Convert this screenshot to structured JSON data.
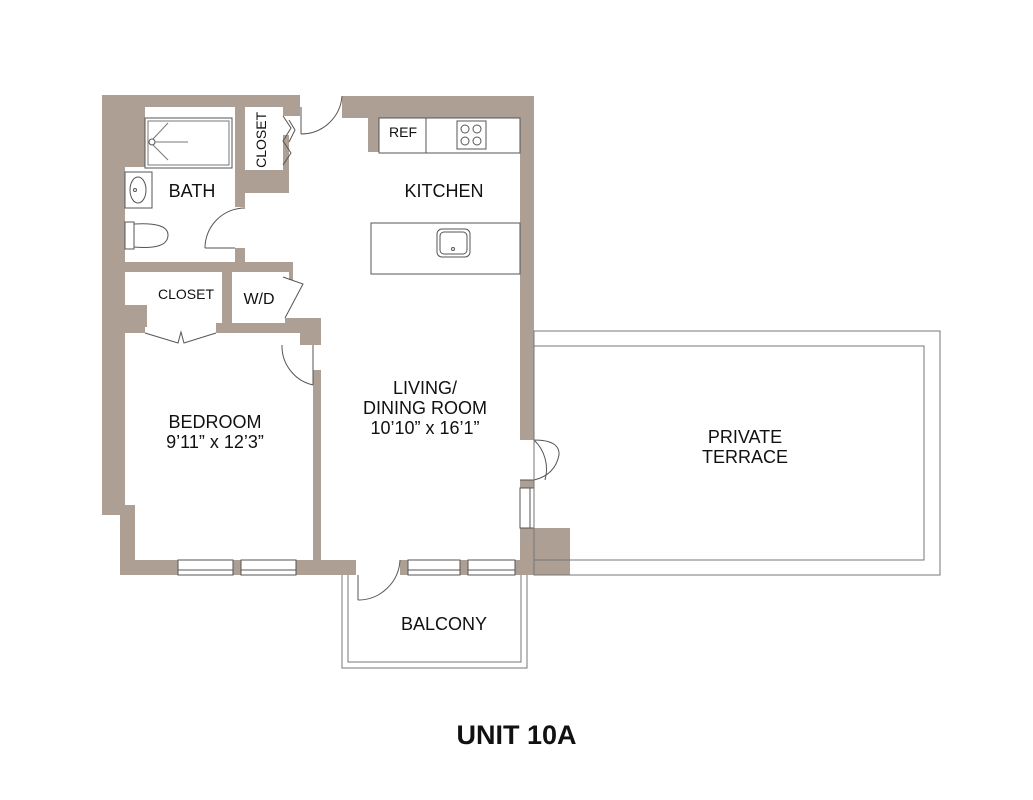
{
  "plan": {
    "title": "UNIT 10A",
    "wall_color": "#ad9f93",
    "line_color": "#555555",
    "background": "#ffffff"
  },
  "rooms": {
    "bath": {
      "label": "BATH"
    },
    "bath_closet": {
      "label": "CLOSET"
    },
    "kitchen": {
      "label": "KITCHEN"
    },
    "ref": {
      "label": "REF"
    },
    "bedroom_closet": {
      "label": "CLOSET"
    },
    "wd": {
      "label": "W/D"
    },
    "bedroom": {
      "label": "BEDROOM",
      "dims": "9’11” x 12’3”"
    },
    "living": {
      "label_line1": "LIVING/",
      "label_line2": "DINING ROOM",
      "dims": "10’10” x 16’1”"
    },
    "terrace": {
      "label_line1": "PRIVATE",
      "label_line2": "TERRACE"
    },
    "balcony": {
      "label": "BALCONY"
    }
  },
  "fixtures": [
    "bathtub-icon",
    "sink-icon",
    "toilet-icon",
    "cooktop-icon",
    "kitchen-sink-icon",
    "refrigerator"
  ]
}
